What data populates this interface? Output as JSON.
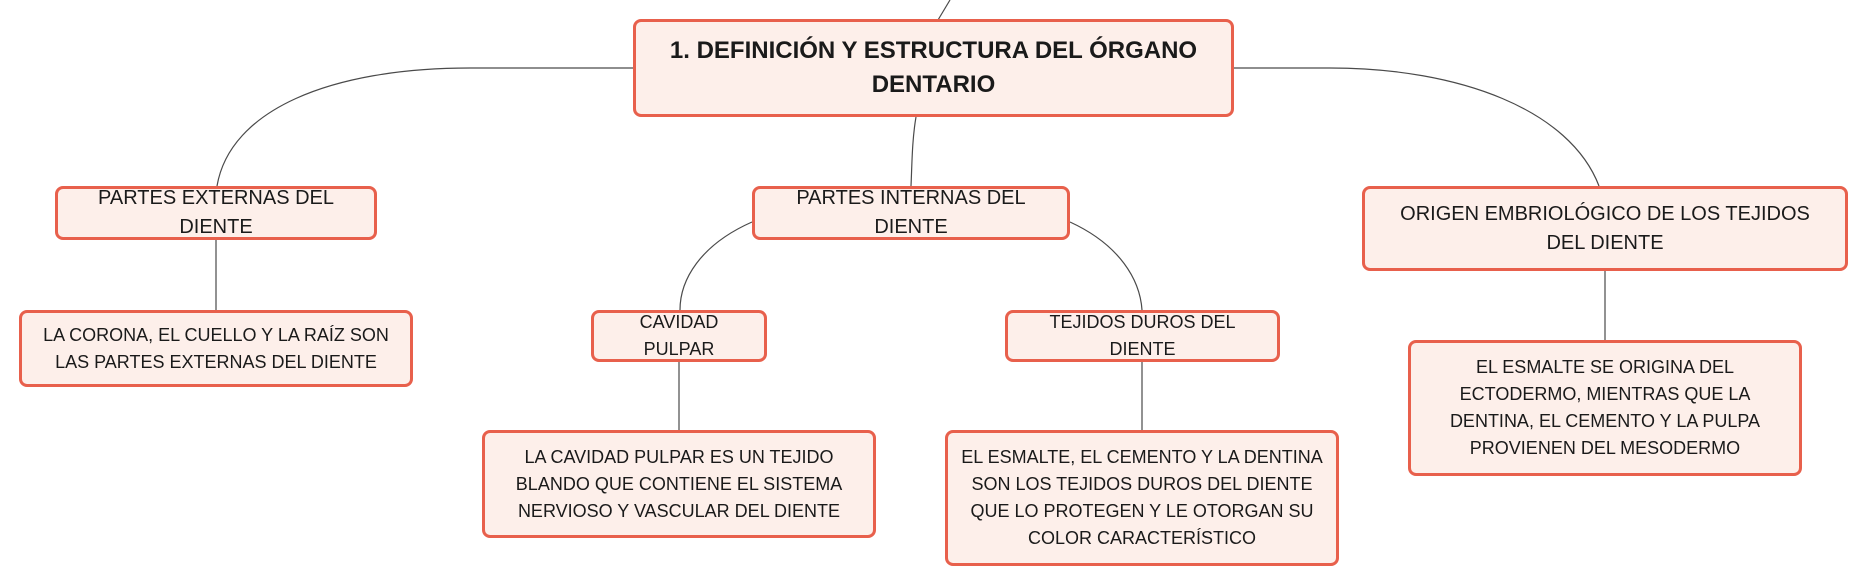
{
  "nodes": {
    "main": "1. DEFINICIÓN Y ESTRUCTURA DEL ÓRGANO DENTARIO",
    "partes_externas": "PARTES EXTERNAS DEL DIENTE",
    "partes_internas": "PARTES INTERNAS DEL DIENTE",
    "origen": "ORIGEN EMBRIOLÓGICO DE LOS TEJIDOS DEL DIENTE",
    "corona": "LA CORONA, EL CUELLO Y LA RAÍZ SON LAS PARTES EXTERNAS DEL DIENTE",
    "cavidad_pulpar": "CAVIDAD PULPAR",
    "tejidos_duros": "TEJIDOS DUROS DEL DIENTE",
    "esmalte_origen": "EL ESMALTE SE ORIGINA DEL ECTODERMO, MIENTRAS QUE LA DENTINA, EL CEMENTO Y LA PULPA PROVIENEN DEL MESODERMO",
    "cavidad_desc": "LA CAVIDAD PULPAR ES UN TEJIDO BLANDO QUE CONTIENE EL SISTEMA NERVIOSO Y VASCULAR DEL DIENTE",
    "tejidos_desc": "EL ESMALTE, EL CEMENTO Y LA DENTINA SON LOS TEJIDOS DUROS DEL DIENTE QUE LO PROTEGEN Y LE OTORGAN SU COLOR CARACTERÍSTICO"
  },
  "colors": {
    "node_fill": "#fdefea",
    "node_border": "#e8604c",
    "connector": "#4a4a4a"
  }
}
